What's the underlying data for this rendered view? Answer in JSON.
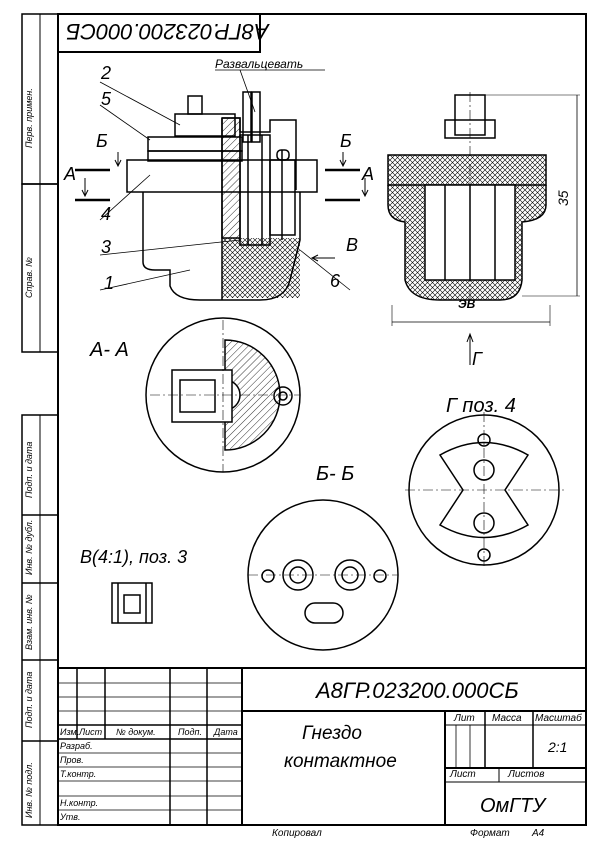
{
  "document": {
    "code": "А8ГР.023200.000СБ",
    "title_line1": "Гнездо",
    "title_line2": "контактное",
    "organization": "ОмГТУ",
    "scale": "2:1",
    "copied_label": "Копировал",
    "format_label": "Формат",
    "format_value": "А4"
  },
  "side_stamp": {
    "perv_primen": "Перв. примен.",
    "sprav_no": "Справ. №",
    "podp_data_1": "Подп. и дата",
    "inv_dubl": "Инв. № дубл.",
    "vzam_inv": "Взам. инв. №",
    "podp_data_2": "Подп. и дата",
    "inv_podl": "Инв. № подл."
  },
  "title_block": {
    "izm": "Изм.",
    "list": "Лист",
    "doc_no": "№ докум.",
    "podp": "Подп.",
    "data": "Дата",
    "razrab": "Разраб.",
    "prov": "Пров.",
    "tkontr": "Т.контр.",
    "nkontr": "Н.контр.",
    "utv": "Утв.",
    "lit": "Лит",
    "massa": "Масса",
    "masshtab": "Масштаб",
    "list2": "Лист",
    "listov": "Листов"
  },
  "drawing": {
    "note": "Развальцевать",
    "leaders": [
      "2",
      "5",
      "4",
      "3",
      "1",
      "6"
    ],
    "cut_A": "А",
    "cut_B": "Б",
    "view_V": "В",
    "view_G": "Г",
    "dim_35": "35",
    "mark": "ЭВ",
    "view_AA": "А- А",
    "view_BB": "Б- Б",
    "view_G4": "Г поз. 4",
    "view_V3": "В(4:1), поз. 3"
  }
}
